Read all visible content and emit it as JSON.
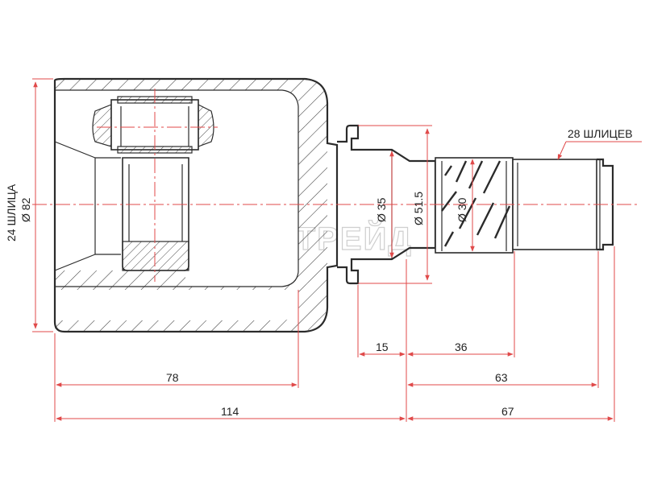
{
  "watermark": "АВТОТРЕЙД",
  "labels": {
    "left_splines": "24 ШЛИЦА",
    "left_diameter": "Ø 82",
    "right_splines": "28 ШЛИЦЕВ",
    "d35": "Ø 35",
    "d51_5": "Ø 51.5",
    "d30": "Ø 30",
    "len15": "15",
    "len36": "36",
    "len78": "78",
    "len63": "63",
    "len114": "114",
    "len67": "67"
  },
  "colors": {
    "dimension": "#e04a4a",
    "outline": "#2b2b2b",
    "hatch": "#3a3a3a"
  }
}
